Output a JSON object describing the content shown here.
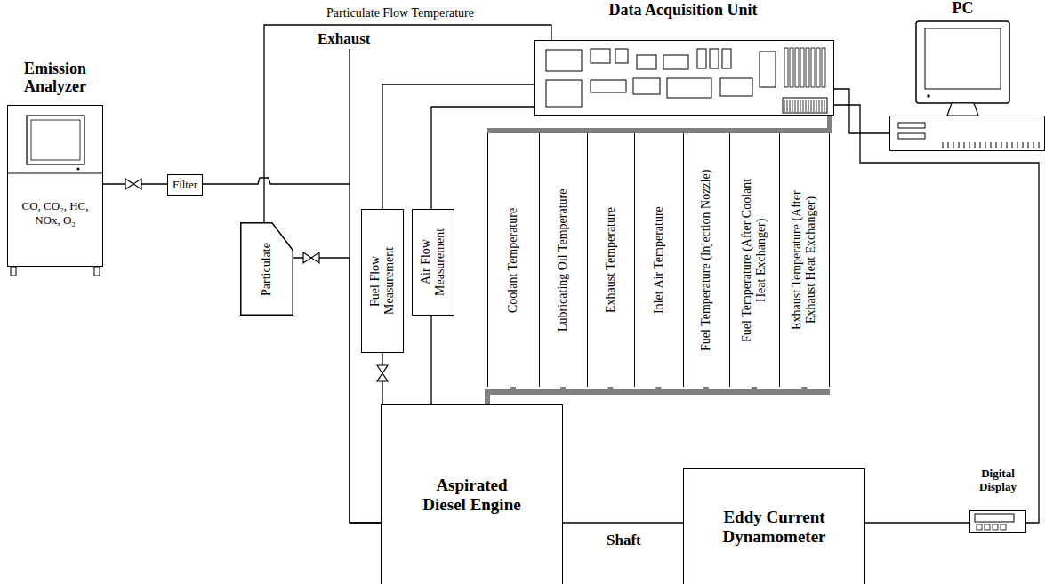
{
  "diagram": {
    "nodes": [
      {
        "text": [
          "Emission Analyzer",
          "CO, CO₂, HC, NOx, O₂"
        ]
      },
      {
        "text": [
          "Filter"
        ]
      },
      {
        "text": [
          "Particulate"
        ]
      },
      {
        "text": [
          "Fuel Flow Measurement"
        ]
      },
      {
        "text": [
          "Air Flow Measurement"
        ]
      },
      {
        "text": [
          "Coolant Temperature"
        ]
      },
      {
        "text": [
          "Lubricating Oil Temperature"
        ]
      },
      {
        "text": [
          "Exhaust Temperature"
        ]
      },
      {
        "text": [
          "Inlet Air Temperature"
        ]
      },
      {
        "text": [
          "Fuel Temperature (Injection Nozzle)"
        ]
      },
      {
        "text": [
          "Fuel Temperature (After Coolant Heat Exchanger)"
        ]
      },
      {
        "text": [
          "Exhaust Temperature (After Exhaust Heat Exchanger)"
        ]
      },
      {
        "text": [
          "Data Acquisition Unit"
        ]
      },
      {
        "text": [
          "PC"
        ]
      },
      {
        "text": [
          "Aspirated Diesel Engine"
        ]
      },
      {
        "text": [
          "Eddy Current Dynamometer"
        ]
      },
      {
        "text": [
          "Digital Display"
        ]
      }
    ],
    "edges": [
      {
        "from": 0,
        "to": 1,
        "arrow": "none"
      },
      {
        "from": 1,
        "to": 14,
        "arrow": "none"
      },
      {
        "from": 2,
        "to": 14,
        "arrow": "none"
      },
      {
        "from": 2,
        "to": 12,
        "label": "Particulate Flow Temperature",
        "arrow": "none"
      },
      {
        "from": 3,
        "to": 14,
        "arrow": "none"
      },
      {
        "from": 4,
        "to": 14,
        "arrow": "none"
      },
      {
        "from": 3,
        "to": 12,
        "arrow": "none"
      },
      {
        "from": 4,
        "to": 12,
        "arrow": "none"
      },
      {
        "from": 5,
        "to": 12,
        "arrow": "none"
      },
      {
        "from": 6,
        "to": 12,
        "arrow": "none"
      },
      {
        "from": 7,
        "to": 12,
        "arrow": "none"
      },
      {
        "from": 8,
        "to": 12,
        "arrow": "none"
      },
      {
        "from": 9,
        "to": 12,
        "arrow": "none"
      },
      {
        "from": 10,
        "to": 12,
        "arrow": "none"
      },
      {
        "from": 11,
        "to": 12,
        "arrow": "none"
      },
      {
        "from": 5,
        "to": 14,
        "arrow": "none"
      },
      {
        "from": 6,
        "to": 14,
        "arrow": "none"
      },
      {
        "from": 7,
        "to": 14,
        "arrow": "none"
      },
      {
        "from": 8,
        "to": 14,
        "arrow": "none"
      },
      {
        "from": 9,
        "to": 14,
        "arrow": "none"
      },
      {
        "from": 10,
        "to": 14,
        "arrow": "none"
      },
      {
        "from": 11,
        "to": 14,
        "arrow": "none"
      },
      {
        "from": 12,
        "to": 13,
        "arrow": "none"
      },
      {
        "from": 12,
        "to": 16,
        "arrow": "none"
      },
      {
        "from": 14,
        "to": 15,
        "label": "Shaft",
        "arrow": "none"
      },
      {
        "from": 15,
        "to": 16,
        "arrow": "none"
      }
    ],
    "labels": [
      "Exhaust"
    ]
  }
}
